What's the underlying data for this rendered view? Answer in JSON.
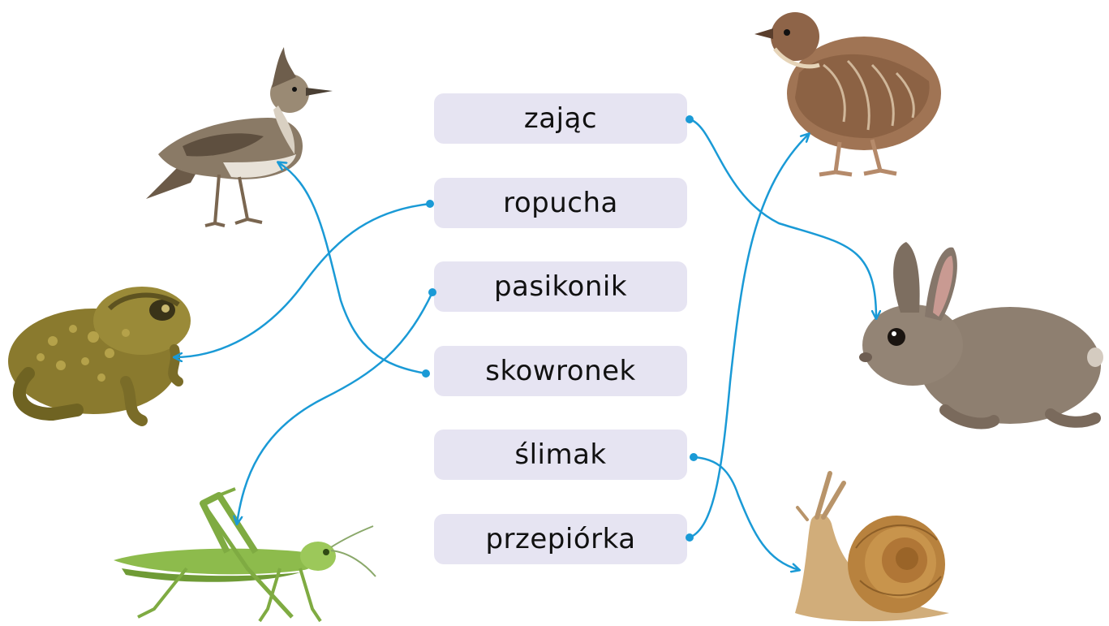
{
  "words": [
    "zając",
    "ropucha",
    "pasikonik",
    "skowronek",
    "ślimak",
    "przepiórka"
  ],
  "images": {
    "lark": "lark",
    "toad": "toad",
    "grasshopper": "grasshopper",
    "quail": "quail",
    "rabbit": "rabbit",
    "snail": "snail"
  },
  "matches": [
    {
      "word": "zając",
      "image": "rabbit"
    },
    {
      "word": "ropucha",
      "image": "toad"
    },
    {
      "word": "pasikonik",
      "image": "grasshopper"
    },
    {
      "word": "skowronek",
      "image": "lark"
    },
    {
      "word": "ślimak",
      "image": "snail"
    },
    {
      "word": "przepiórka",
      "image": "quail"
    }
  ],
  "colors": {
    "line": "#1a9ad6",
    "label_bg": "#e6e4f2",
    "text": "#111111"
  }
}
